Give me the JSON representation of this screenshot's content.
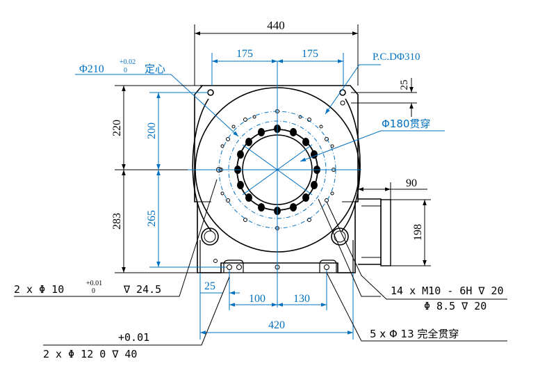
{
  "dimensions": {
    "width_440": "440",
    "half_175_left": "175",
    "half_175_right": "175",
    "pcd": "P.C.DΦ310",
    "pilot_main": "Φ210",
    "pilot_tol_upper": "+0.02",
    "pilot_tol_lower": "0",
    "pilot_suffix": "定心",
    "offset_25_top": "25",
    "bore_180": "Φ180贯穿",
    "height_220": "220",
    "height_200": "200",
    "height_283": "283",
    "height_265": "265",
    "motor_90": "90",
    "motor_198": "198",
    "bottom_25": "25",
    "bottom_100": "100",
    "bottom_130": "130",
    "bottom_420": "420"
  },
  "callouts": {
    "dowel10_main": "2 x Φ 10",
    "dowel10_tol_upper": "+0.01",
    "dowel10_tol_lower": "0",
    "dowel10_depth": "∇ 24.5",
    "thread_line1": "14 x  M10 - 6H ∇ 20",
    "thread_line2": "Φ 8.5 ∇ 20",
    "through5": "5 x Φ 13 完全贯穿",
    "dowel12_tol": "+0.01",
    "dowel12_line": "2 x Φ 12  0    ∇ 40"
  },
  "colors": {
    "outline": "#000000",
    "dimension": "#0070c0"
  }
}
